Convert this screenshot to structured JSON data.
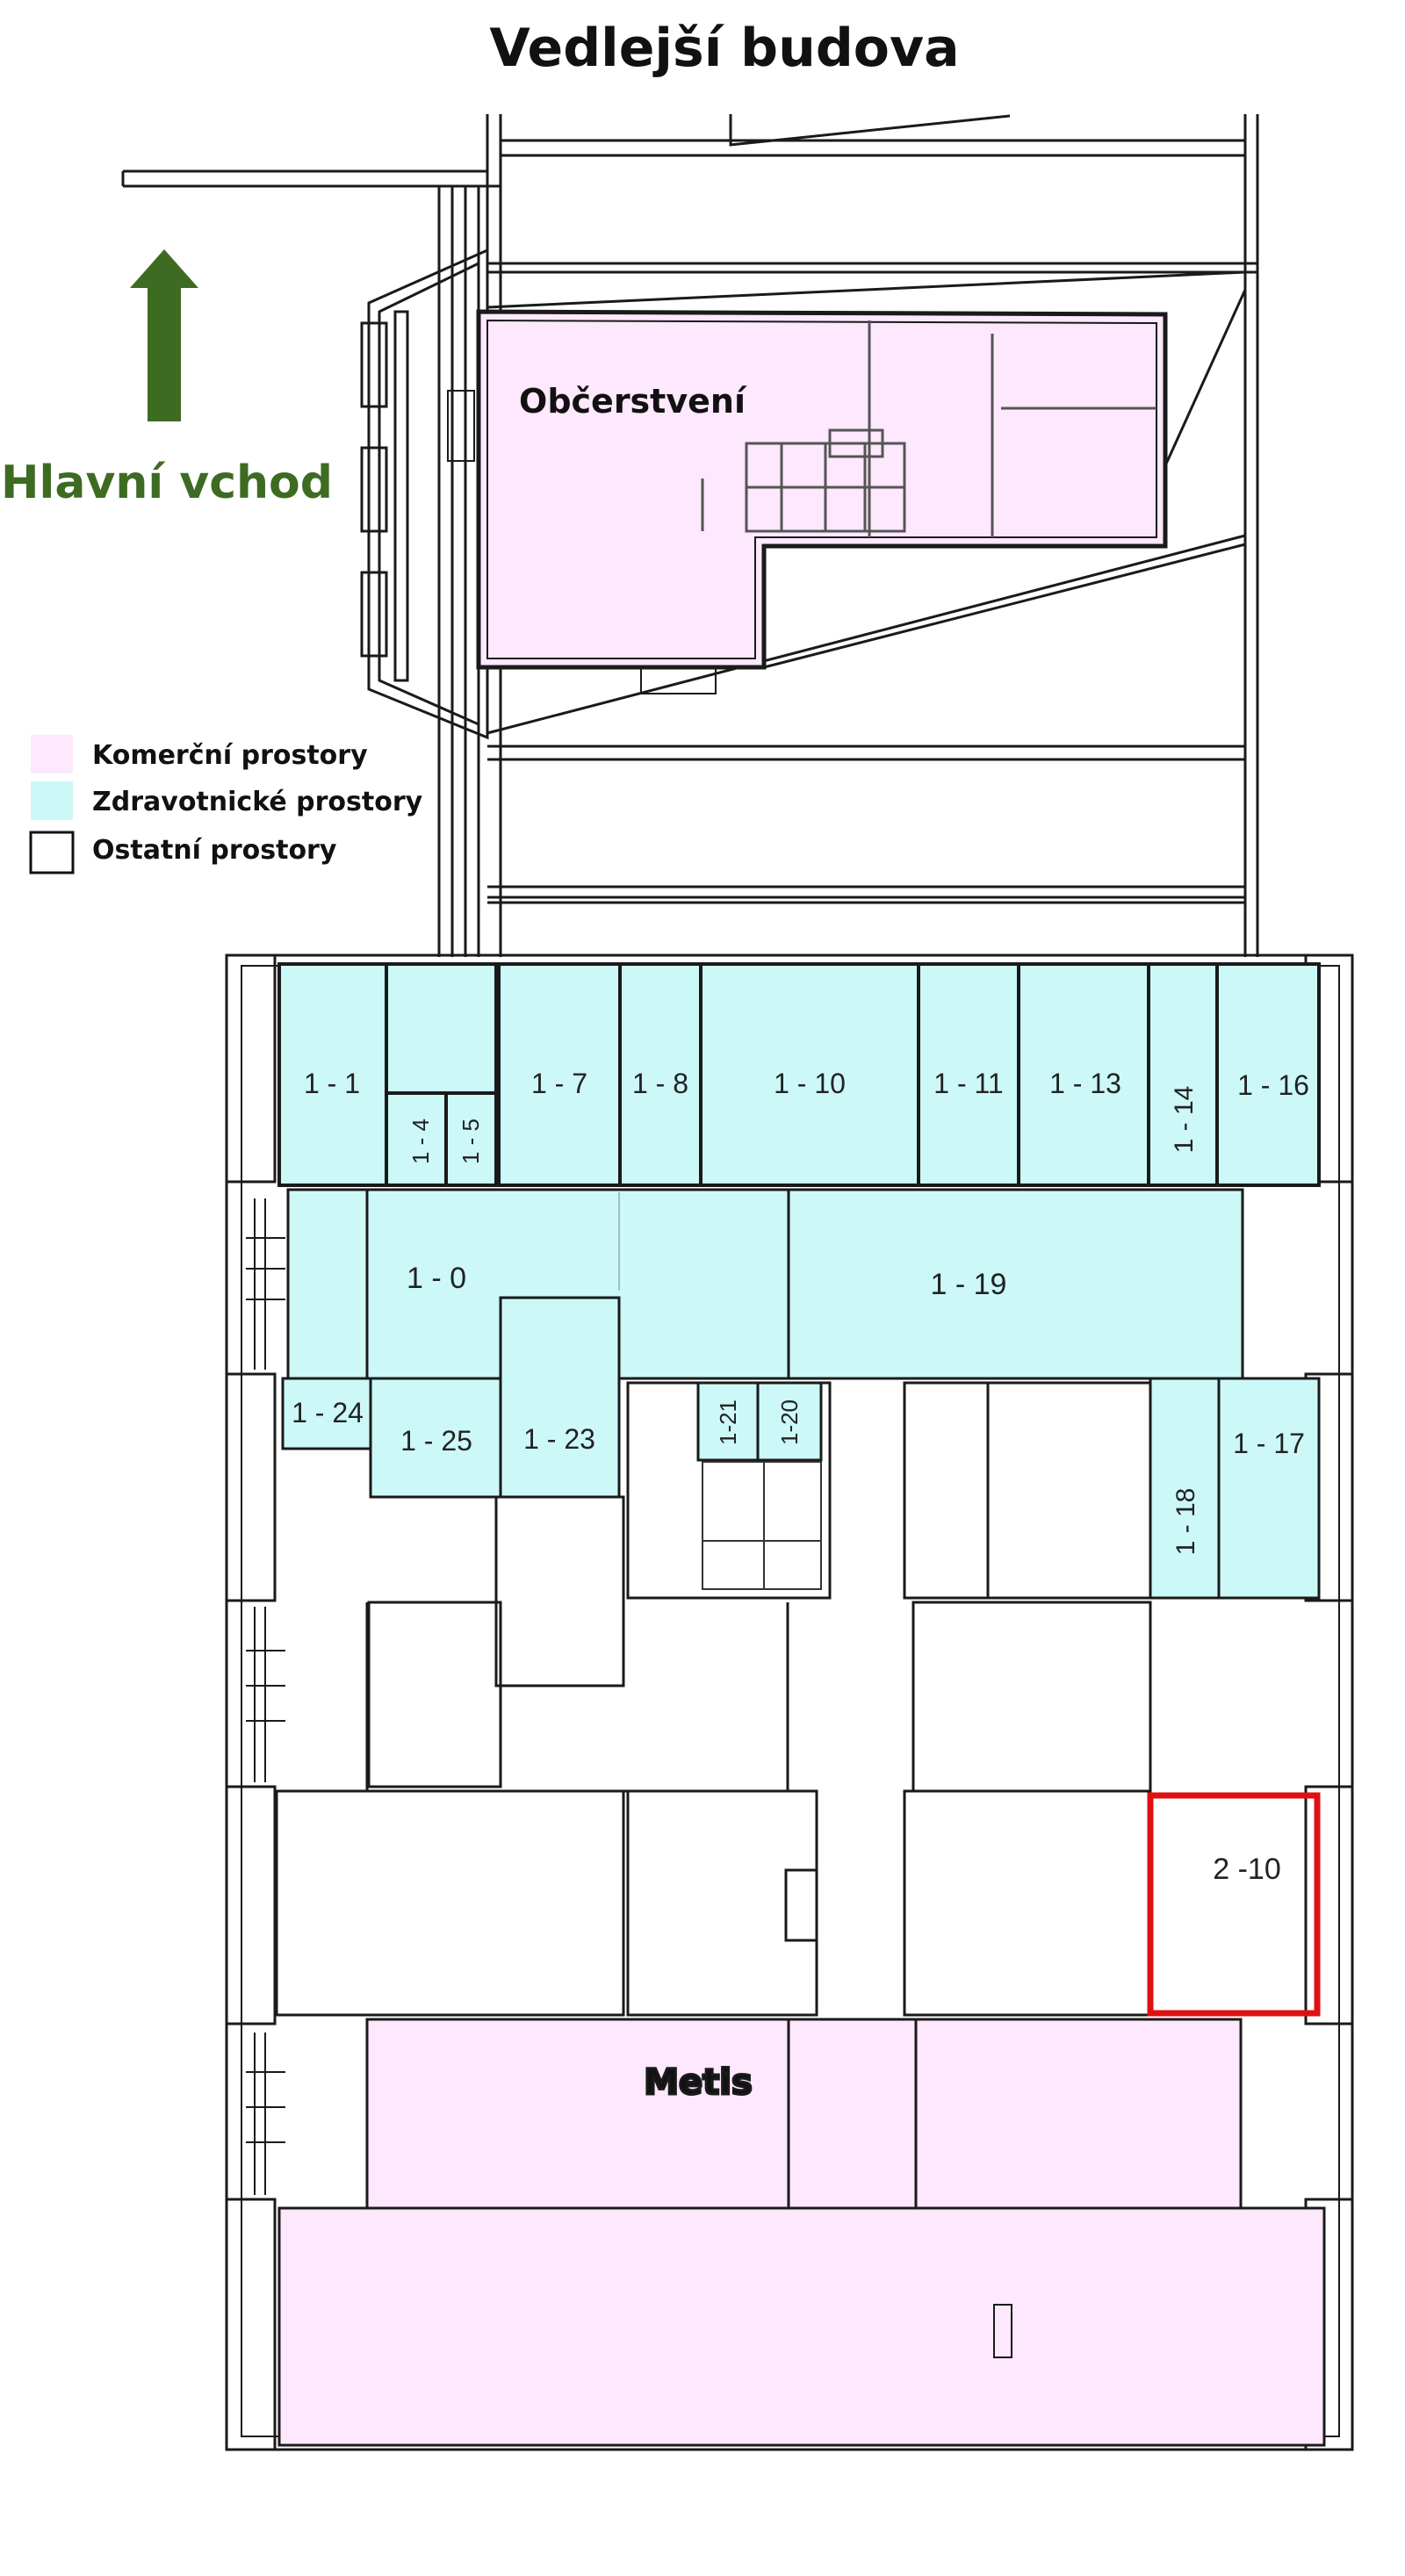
{
  "title": "Vedlejší budova",
  "entrance_label": "Hlavní vchod",
  "colors": {
    "commercial": "#fde8fd",
    "medical": "#ccf8f8",
    "other": "#ffffff",
    "entrance_arrow": "#3d6b22",
    "highlight": "#e01010",
    "wall": "#1a1a1a"
  },
  "legend": [
    {
      "label": "Komerční prostory",
      "color": "#fde8fd"
    },
    {
      "label": "Zdravotnické prostory",
      "color": "#ccf8f8"
    },
    {
      "label": "Ostatní prostory",
      "color": "#ffffff"
    }
  ],
  "zones": {
    "snack": "Občerstvení",
    "metis": "Metis"
  },
  "rooms": {
    "r1_1": "1 - 1",
    "r1_4": "1 - 4",
    "r1_5": "1 - 5",
    "r1_7": "1 - 7",
    "r1_8": "1 - 8",
    "r1_10": "1 - 10",
    "r1_11": "1 - 11",
    "r1_13": "1 - 13",
    "r1_14": "1 - 14",
    "r1_16": "1 - 16",
    "r1_0": "1 - 0",
    "r1_19": "1 - 19",
    "r1_24": "1 - 24",
    "r1_25": "1 - 25",
    "r1_23": "1 - 23",
    "r1_21": "1-21",
    "r1_20": "1-20",
    "r1_18": "1 - 18",
    "r1_17": "1 - 17",
    "r2_10": "2 -10"
  }
}
